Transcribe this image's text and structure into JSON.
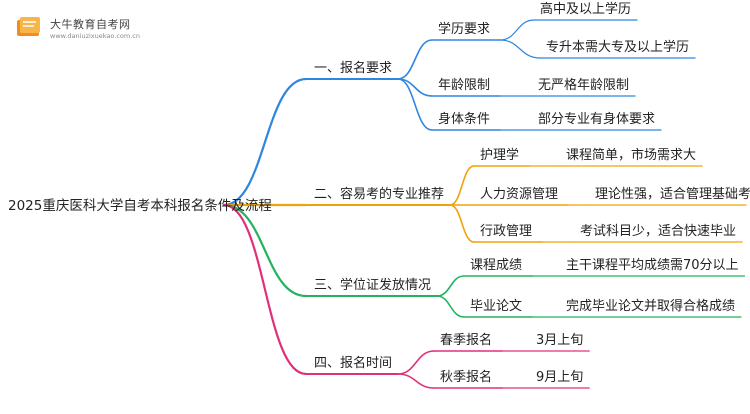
{
  "logo": {
    "title": "大牛教育自考网",
    "url": "www.daniuzixuekao.com.cn"
  },
  "root": {
    "label": "2025重庆医科大学自考本科报名条件及流程"
  },
  "branches": [
    {
      "label": "一、报名要求",
      "color": "#2f86e0",
      "children": [
        {
          "label": "学历要求",
          "leaves": [
            "高中及以上学历",
            "专升本需大专及以上学历"
          ]
        },
        {
          "label": "年龄限制",
          "leaves": [
            "无严格年龄限制"
          ]
        },
        {
          "label": "身体条件",
          "leaves": [
            "部分专业有身体要求"
          ]
        }
      ]
    },
    {
      "label": "二、容易考的专业推荐",
      "color": "#f0a20a",
      "children": [
        {
          "label": "护理学",
          "leaves": [
            "课程简单，市场需求大"
          ]
        },
        {
          "label": "人力资源管理",
          "leaves": [
            "理论性强，适合管理基础考生"
          ]
        },
        {
          "label": "行政管理",
          "leaves": [
            "考试科目少，适合快速毕业"
          ]
        }
      ]
    },
    {
      "label": "三、学位证发放情况",
      "color": "#22b35e",
      "children": [
        {
          "label": "课程成绩",
          "leaves": [
            "主干课程平均成绩需70分以上"
          ]
        },
        {
          "label": "毕业论文",
          "leaves": [
            "完成毕业论文并取得合格成绩"
          ]
        }
      ]
    },
    {
      "label": "四、报名时间",
      "color": "#e0307a",
      "children": [
        {
          "label": "春季报名",
          "leaves": [
            "3月上旬"
          ]
        },
        {
          "label": "秋季报名",
          "leaves": [
            "9月上旬"
          ]
        }
      ]
    }
  ]
}
